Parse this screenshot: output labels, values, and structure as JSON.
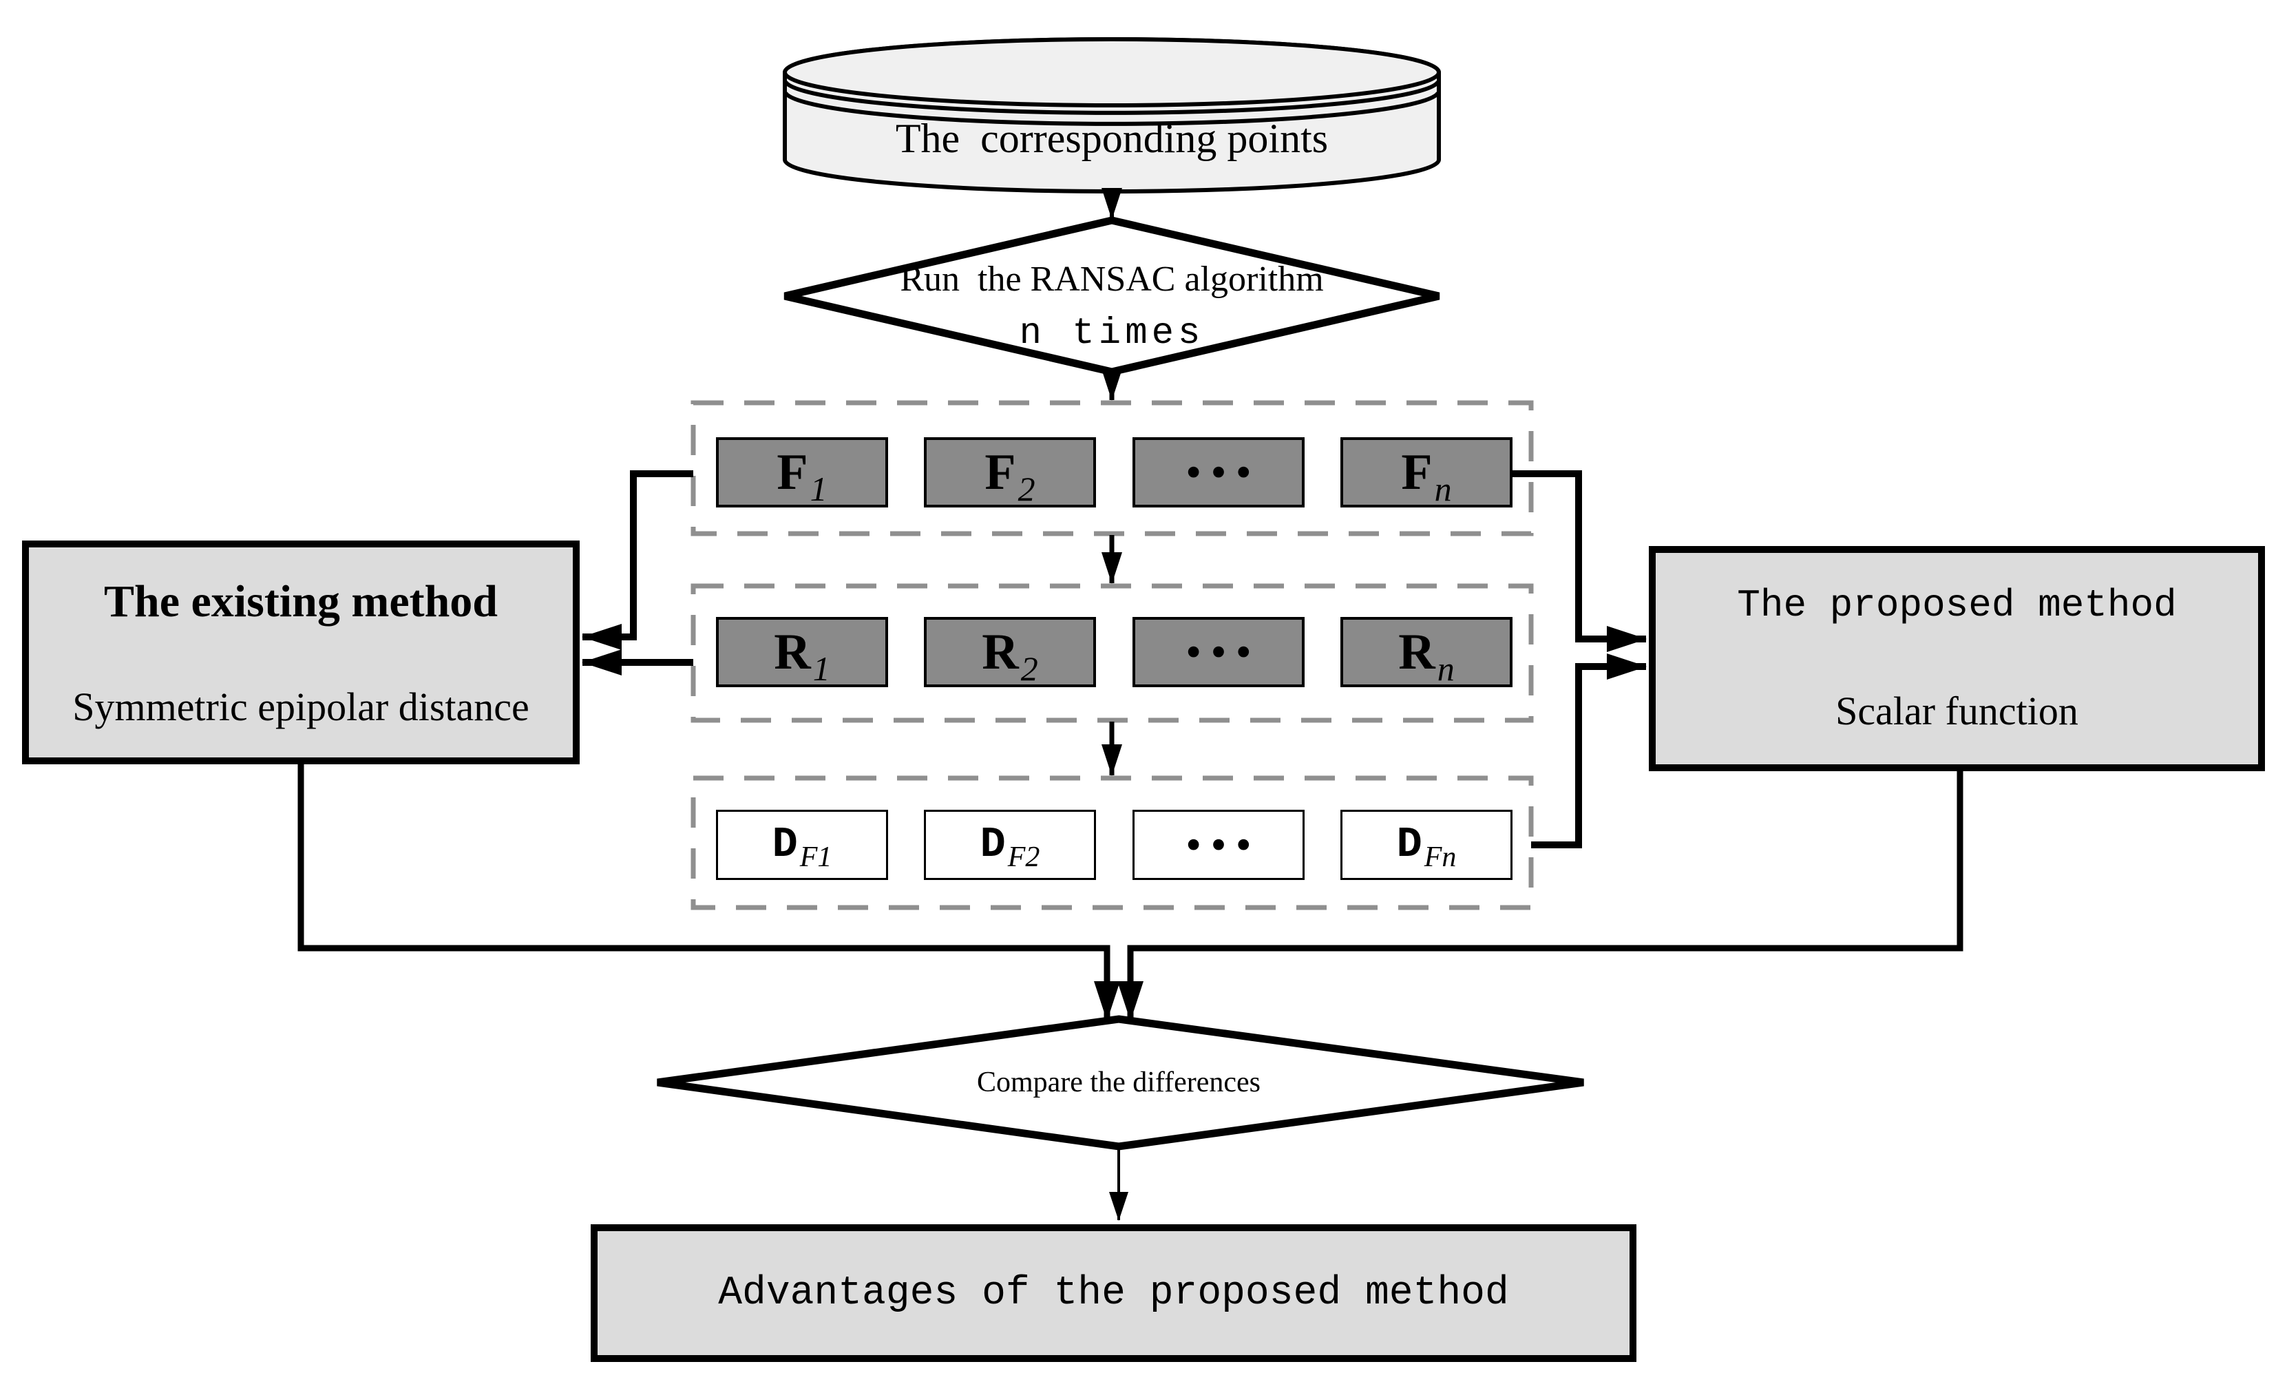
{
  "colors": {
    "background": "#ffffff",
    "line": "#000000",
    "dashed_border": "#8f8f8f",
    "dark_box_fill": "#8a8a8a",
    "light_box_fill": "#dcdcdc",
    "cylinder_fill": "#f0f0f0",
    "white_box_fill": "#ffffff"
  },
  "flowchart": {
    "cylinder": {
      "label": "The  corresponding points"
    },
    "ransac_diamond": {
      "line1": "Run  the RANSAC algorithm",
      "line2": "n times"
    },
    "f_row": {
      "boxes": [
        {
          "base": "F",
          "sub": "1"
        },
        {
          "base": "F",
          "sub": "2"
        },
        {
          "base": "•••",
          "sub": ""
        },
        {
          "base": "F",
          "sub": "n"
        }
      ]
    },
    "r_row": {
      "boxes": [
        {
          "base": "R",
          "sub": "1"
        },
        {
          "base": "R",
          "sub": "2"
        },
        {
          "base": "•••",
          "sub": ""
        },
        {
          "base": "R",
          "sub": "n"
        }
      ]
    },
    "d_row": {
      "boxes": [
        {
          "base": "D",
          "sub": "F1"
        },
        {
          "base": "D",
          "sub": "F2"
        },
        {
          "base": "•••",
          "sub": ""
        },
        {
          "base": "D",
          "sub": "Fn"
        }
      ]
    },
    "existing_method": {
      "title": "The existing method",
      "subtitle": "Symmetric epipolar distance"
    },
    "proposed_method": {
      "title": "The proposed method",
      "subtitle": "Scalar function"
    },
    "compare_diamond": {
      "label": "Compare the differences"
    },
    "advantages_box": {
      "label": "Advantages of the proposed method"
    }
  }
}
